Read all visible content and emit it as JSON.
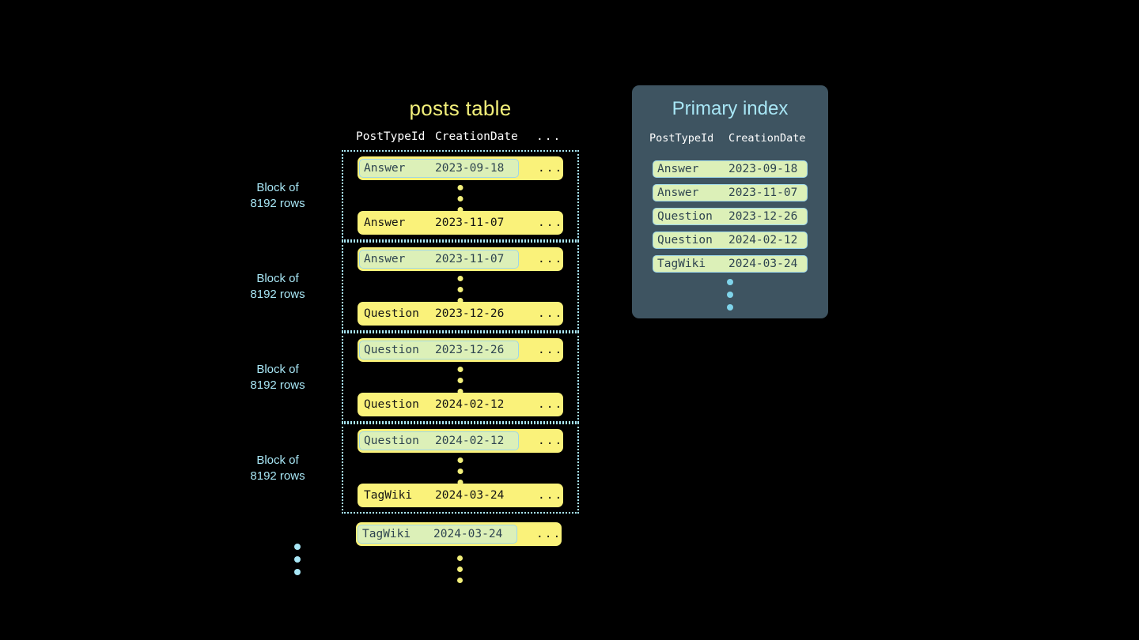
{
  "posts_table": {
    "title": "posts table",
    "headers": {
      "post_type_id": "PostTypeId",
      "creation_date": "CreationDate",
      "more": "..."
    },
    "block_label": "Block of\n8192 rows",
    "blocks": [
      {
        "label": "Block of\n8192 rows",
        "first_row": {
          "post_type_id": "Answer",
          "creation_date": "2023-09-18",
          "more": "...",
          "highlighted": true
        },
        "last_row": {
          "post_type_id": "Answer",
          "creation_date": "2023-11-07",
          "more": "...",
          "highlighted": false
        }
      },
      {
        "label": "Block of\n8192 rows",
        "first_row": {
          "post_type_id": "Answer",
          "creation_date": "2023-11-07",
          "more": "...",
          "highlighted": true
        },
        "last_row": {
          "post_type_id": "Question",
          "creation_date": "2023-12-26",
          "more": "...",
          "highlighted": false
        }
      },
      {
        "label": "Block of\n8192 rows",
        "first_row": {
          "post_type_id": "Question",
          "creation_date": "2023-12-26",
          "more": "...",
          "highlighted": true
        },
        "last_row": {
          "post_type_id": "Question",
          "creation_date": "2024-02-12",
          "more": "...",
          "highlighted": false
        }
      },
      {
        "label": "Block of\n8192 rows",
        "first_row": {
          "post_type_id": "Question",
          "creation_date": "2024-02-12",
          "more": "...",
          "highlighted": true
        },
        "last_row": {
          "post_type_id": "TagWiki",
          "creation_date": "2024-03-24",
          "more": "...",
          "highlighted": false
        }
      }
    ],
    "trailing_row": {
      "post_type_id": "TagWiki",
      "creation_date": "2024-03-24",
      "more": "...",
      "highlighted": true
    }
  },
  "primary_index": {
    "title": "Primary index",
    "headers": {
      "post_type_id": "PostTypeId",
      "creation_date": "CreationDate"
    },
    "rows": [
      {
        "post_type_id": "Answer",
        "creation_date": "2023-09-18"
      },
      {
        "post_type_id": "Answer",
        "creation_date": "2023-11-07"
      },
      {
        "post_type_id": "Question",
        "creation_date": "2023-12-26"
      },
      {
        "post_type_id": "Question",
        "creation_date": "2024-02-12"
      },
      {
        "post_type_id": "TagWiki",
        "creation_date": "2024-03-24"
      }
    ]
  },
  "colors": {
    "background": "#000000",
    "row_yellow": "#faf27a",
    "highlight_green": "#dcf0b8",
    "accent_blue": "#a8e6f5",
    "panel_slate": "#3e5461",
    "title_yellow": "#f2ef7a"
  }
}
